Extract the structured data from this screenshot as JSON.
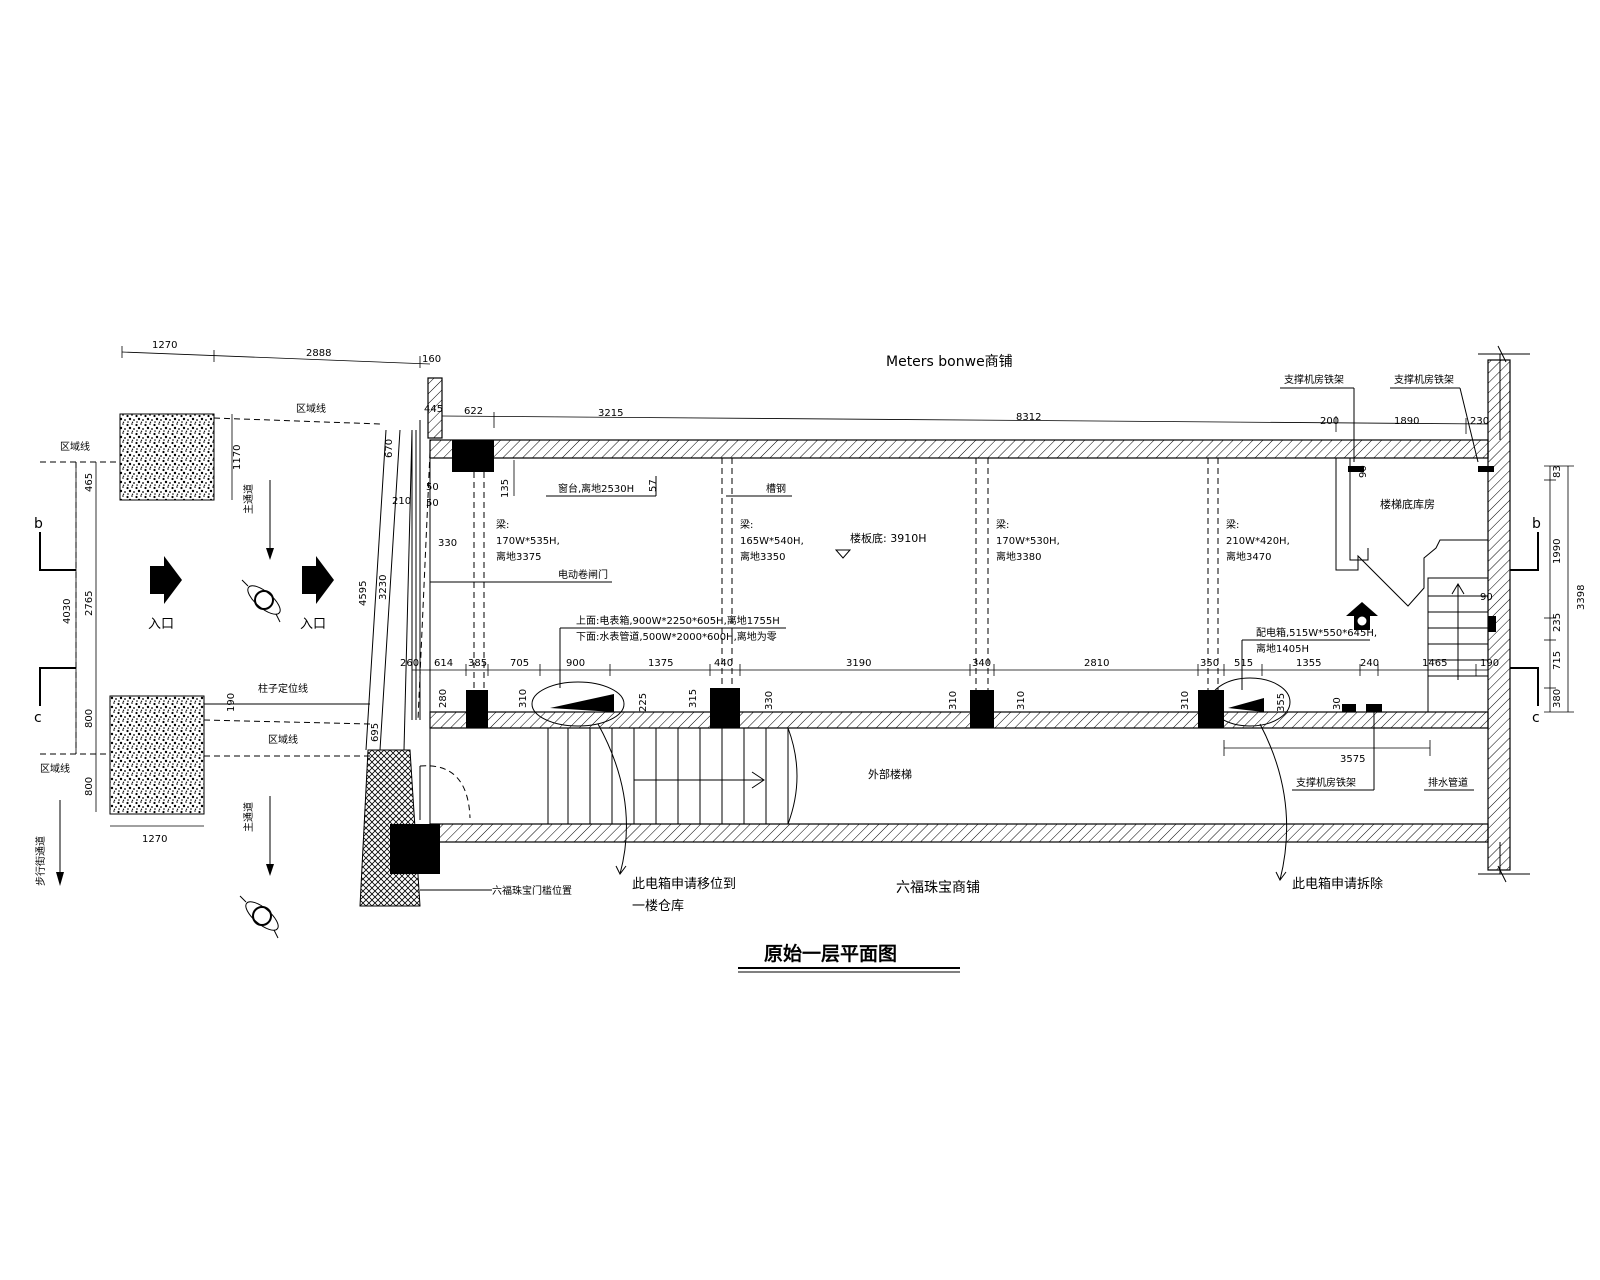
{
  "title": "原始一层平面图",
  "neighbors": {
    "top": "Meters bonwe商铺",
    "bottom": "六福珠宝商铺"
  },
  "labels": {
    "zone_line_top": "区域线",
    "zone_line_mid": "区域线",
    "zone_line_left_top": "区域线",
    "zone_line_left_bottom": "区域线",
    "pillar_line": "柱子定位线",
    "entrance_1": "入口",
    "entrance_2": "入口",
    "main_passage_top": "主通道",
    "main_passage_bottom": "主通道",
    "walkway": "步行街通道",
    "electric_shutter": "电动卷闸门",
    "window_sill": "窗台,离地2530H",
    "channel_steel": "槽钢",
    "beam_1_title": "梁:",
    "beam_1_size": "170W*535H,",
    "beam_1_height": "离地3375",
    "beam_2_title": "梁:",
    "beam_2_size": "165W*540H,",
    "beam_2_height": "离地3350",
    "beam_3_title": "梁:",
    "beam_3_size": "170W*530H,",
    "beam_3_height": "离地3380",
    "beam_4_title": "梁:",
    "beam_4_size": "210W*420H,",
    "beam_4_height": "离地3470",
    "floor_slab": "楼板底: 3910H",
    "stair_room": "楼梯底库房",
    "support_1": "支撑机房铁架",
    "support_2": "支撑机房铁架",
    "support_3": "支撑机房铁架",
    "drain_pipe": "排水管道",
    "external_stair": "外部楼梯",
    "meter_box_top": "上面:电表箱,900W*2250*605H,离地1755H",
    "meter_box_bottom": "下面:水表管道,500W*2000*600H,离地为零",
    "distribution_box_1": "配电箱,515W*550*645H,",
    "distribution_box_2": "离地1405H",
    "note_move_1": "此电箱申请移位到",
    "note_move_2": "一楼仓库",
    "note_remove": "此电箱申请拆除",
    "luk_fook_door": "六福珠宝门槛位置",
    "section_b": "b",
    "section_c": "c"
  },
  "dimensions": {
    "top_1270": "1270",
    "top_2888": "2888",
    "top_160": "160",
    "top_445": "445",
    "top_622": "622",
    "top_3215": "3215",
    "top_8312": "8312",
    "top_200": "200",
    "top_1890": "1890",
    "top_230": "230",
    "left_1170": "1170",
    "left_465": "465",
    "left_4030": "4030",
    "left_2765": "2765",
    "left_800a": "800",
    "left_800b": "800",
    "left_190": "190",
    "bottom_1270": "1270",
    "front_670": "670",
    "front_210": "210",
    "front_50a": "50",
    "front_50b": "50",
    "front_330": "330",
    "front_4595": "4595",
    "front_3230": "3230",
    "front_695": "695",
    "inner_135": "135",
    "inner_57": "57",
    "mid_260": "260",
    "mid_614": "614",
    "mid_385": "385",
    "mid_705": "705",
    "mid_900": "900",
    "mid_1375": "1375",
    "mid_440": "440",
    "mid_3190": "3190",
    "mid_340": "340",
    "mid_2810": "2810",
    "mid_350": "350",
    "mid_515": "515",
    "mid_1355": "1355",
    "mid_240": "240",
    "mid_1465": "1465",
    "mid_190": "190",
    "col_280": "280",
    "col_310a": "310",
    "col_225": "225",
    "col_315": "315",
    "col_330": "330",
    "col_310b": "310",
    "col_310c": "310",
    "col_310d": "310",
    "col_355": "355",
    "col_30": "30",
    "right_83": "83",
    "right_1990": "1990",
    "right_3398": "3398",
    "right_235": "235",
    "right_715": "715",
    "right_380": "380",
    "right_90a": "90",
    "right_90b": "90",
    "run_3575": "3575"
  }
}
